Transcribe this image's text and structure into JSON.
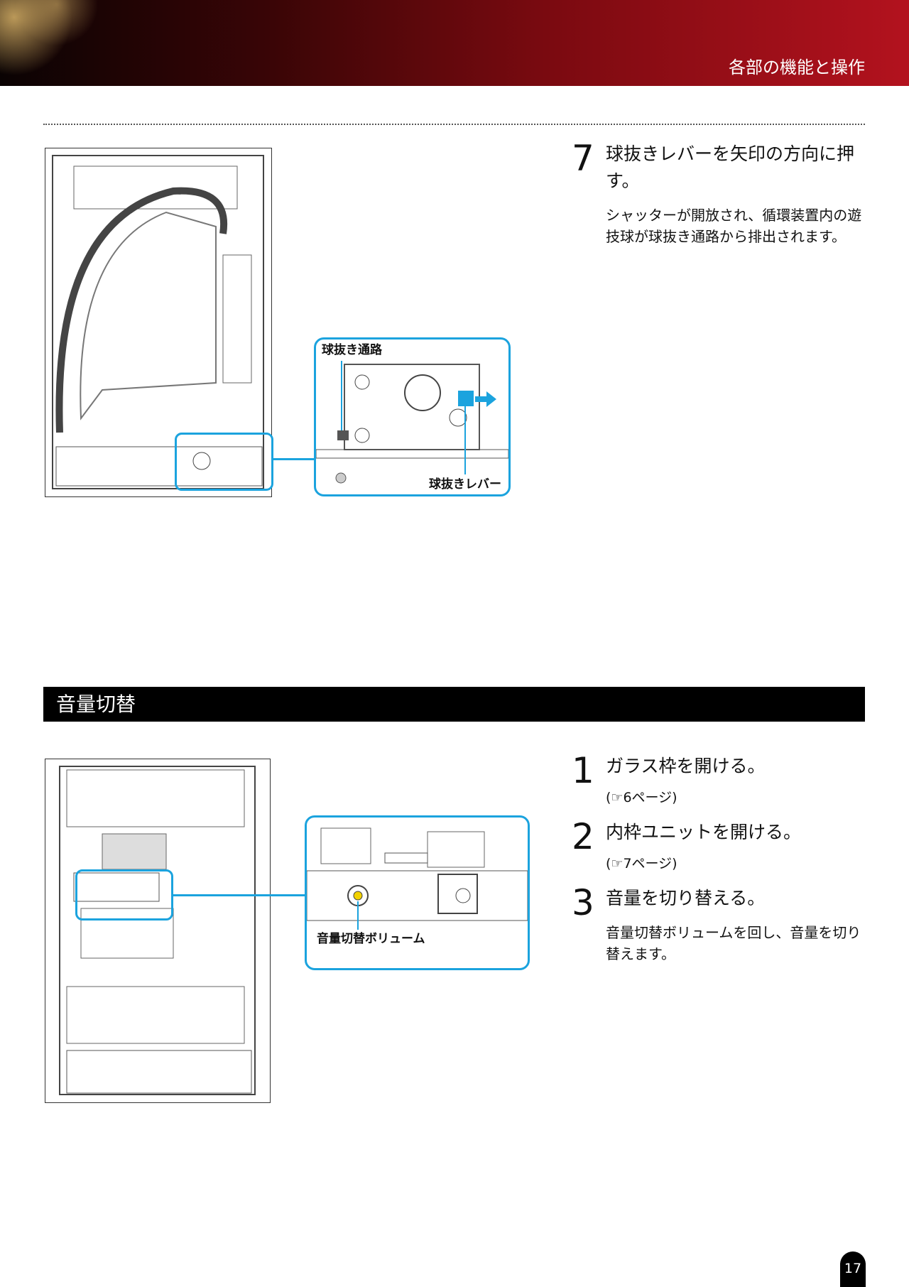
{
  "header": {
    "title": "各部の機能と操作"
  },
  "step7": {
    "number": "7",
    "title_line1": "球抜きレバーを矢印の方向に押",
    "title_line2": "す。",
    "desc": "シャッターが開放され、循環装置内の遊技球が球抜き通路から排出されます。",
    "label_passage": "球抜き通路",
    "label_lever": "球抜きレバー"
  },
  "section": {
    "title": "音量切替"
  },
  "volume_steps": [
    {
      "number": "1",
      "title": "ガラス枠を開ける。",
      "ref": "(☞6ページ)"
    },
    {
      "number": "2",
      "title": "内枠ユニットを開ける。",
      "ref": "(☞7ページ)"
    },
    {
      "number": "3",
      "title": "音量を切り替える。",
      "desc": "音量切替ボリュームを回し、音量を切り替えます。"
    }
  ],
  "volume_label": "音量切替ボリューム",
  "page_number": "17",
  "colors": {
    "accent": "#1ba3de",
    "header_start": "#0a0303",
    "header_end": "#b3121e"
  }
}
